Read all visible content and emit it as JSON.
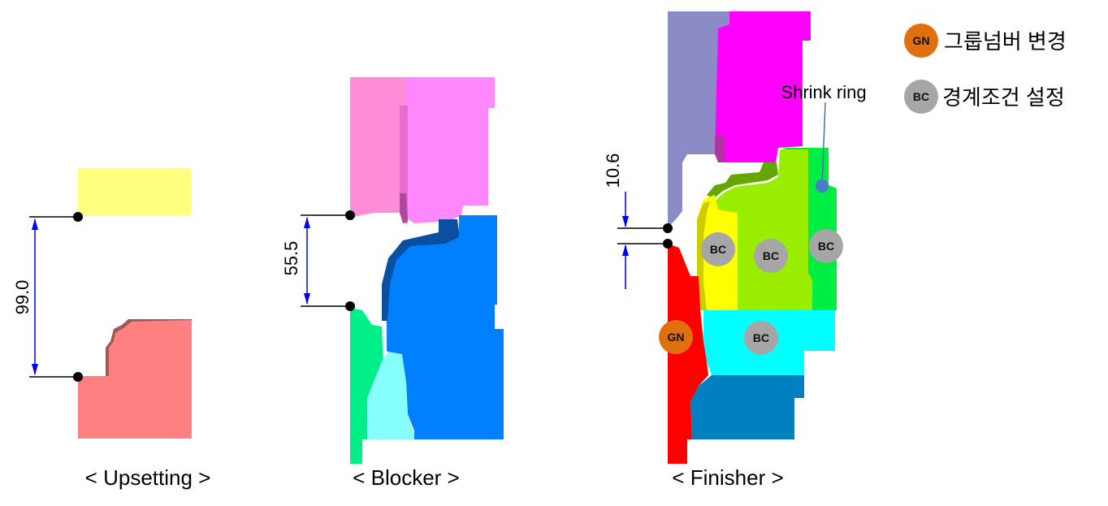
{
  "captions": {
    "upsetting": "< Upsetting >",
    "blocker": "< Blocker >",
    "finisher": "< Finisher >"
  },
  "dimensions": {
    "upsetting": "99.0",
    "blocker": "55.5",
    "finisher": "10.6"
  },
  "annotation": {
    "shrink_ring": "Shrink ring"
  },
  "badges": {
    "gn": "GN",
    "bc": "BC"
  },
  "legend": {
    "gn_label": "그룹넘버 변경",
    "bc_label": "경계조건 설정"
  },
  "colors": {
    "gn_badge": "#E0700F",
    "bc_badge": "#A6A6A6",
    "dimension_line": "#0000EE",
    "upsetting_top": "#FFFF80",
    "upsetting_bottom": "#FF8080",
    "blocker_top": "#FF8CD9",
    "blocker_bottom": "#007FFF",
    "finisher_punch": "#8B8BC8",
    "finisher_top": "#FF00FF",
    "finisher_ring": "#00EE44",
    "finisher_die": "#99EE00",
    "finisher_insert": "#FFFF00",
    "finisher_lower": "#00FFFF",
    "finisher_base": "#0080C0",
    "finisher_workpiece": "#FF0000"
  }
}
